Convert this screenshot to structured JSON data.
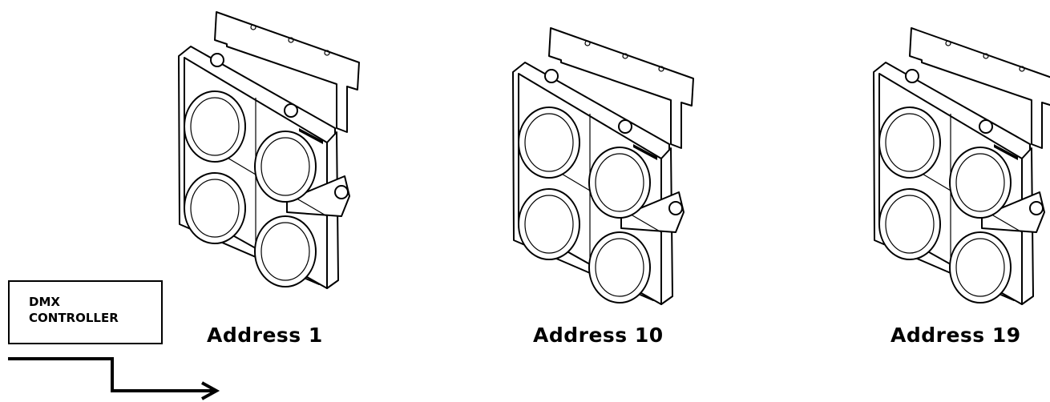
{
  "controller": {
    "line1": "DMX",
    "line2": "CONTROLLER"
  },
  "fixtures": [
    {
      "address_label": "Address 1"
    },
    {
      "address_label": "Address 10"
    },
    {
      "address_label": "Address 19"
    }
  ],
  "icons": {
    "fixture": "four-lens-blinder-fixture-icon",
    "wire": "dmx-signal-arrow-icon"
  }
}
